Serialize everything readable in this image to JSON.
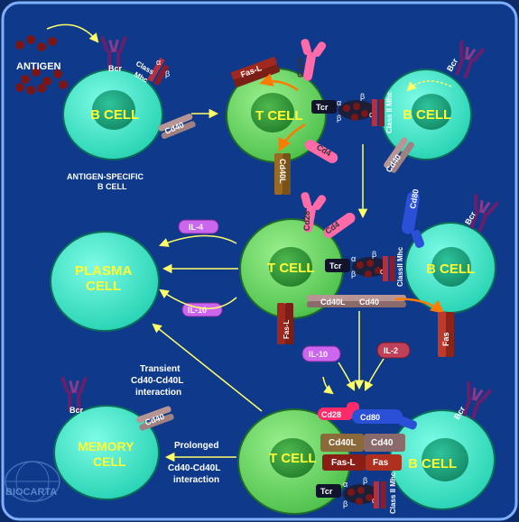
{
  "labels": {
    "antigen": "ANTIGEN",
    "b_cell": "B CELL",
    "t_cell": "T CELL",
    "plasma_line1": "PLASMA",
    "plasma_line2": "CELL",
    "memory_line1": "MEMORY",
    "memory_line2": "CELL",
    "antigen_specific_line1": "ANTIGEN-SPECIFIC",
    "antigen_specific_line2": "B CELL",
    "transient_line1": "Transient",
    "transient_line2": "Cd40-Cd40L",
    "transient_line3": "interaction",
    "prolonged_line1": "Prolonged",
    "prolonged_line2": "Cd40-Cd40L",
    "prolonged_line3": "interaction",
    "watermark": "BIOCARTA"
  },
  "molecules": {
    "bcr": "Bcr",
    "cd40": "Cd40",
    "cd40l": "Cd40L",
    "cd28": "Cd28",
    "cd4": "Cd4",
    "cd80": "Cd80",
    "tcr": "Tcr",
    "fas_l": "Fas-L",
    "fas": "Fas",
    "il4": "IL-4",
    "il10": "IL-10",
    "il2": "IL-2",
    "class2_mhc": "Class II Mhc",
    "class2_mhc_b": "ClassII Mhc",
    "mhc": "Mhc",
    "class": "Class",
    "alpha": "α",
    "beta": "β"
  },
  "colors": {
    "background": "#0b2a66",
    "border": "#7fb0ff",
    "cell_body": "#40f0cf",
    "cell_outline": "#0d6b5a",
    "b_nucleus": "#1aa87e",
    "t_body": "#6ed66a",
    "t_nucleus": "#2f9a3a",
    "label_yellow": "#ffff33",
    "arrow_yellow": "#ffff66",
    "arrow_orange": "#ff7a00",
    "bcr": "#6a1f6a",
    "cd40": "#b89595",
    "cd40l": "#b89595",
    "cd28": "#ff6aa8",
    "cd80": "#2a50d8",
    "fas": "#c0392b",
    "il4": "#cc66ee",
    "il2": "#c04058",
    "antigen": "#7a1616"
  }
}
